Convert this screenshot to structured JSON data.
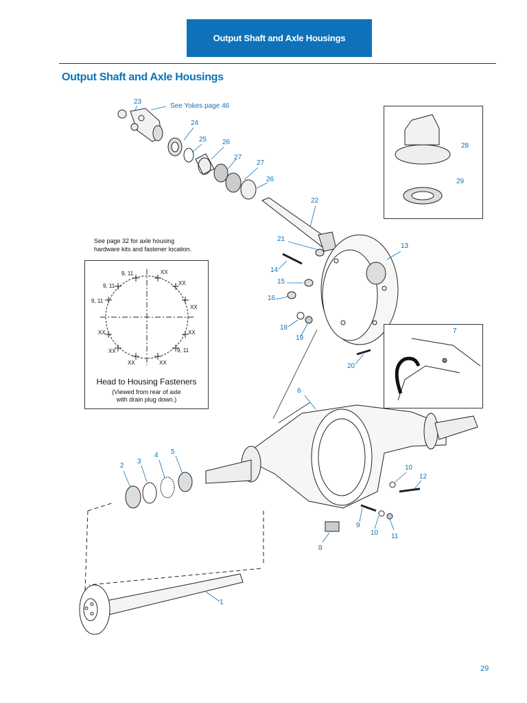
{
  "header": {
    "title": "Output Shaft and Axle Housings"
  },
  "section": {
    "title": "Output Shaft and Axle Housings"
  },
  "page": {
    "number": "29"
  },
  "notes": {
    "yokes_ref": "See Yokes page 46",
    "axle_housing_line1": "See page 32 for axle housing",
    "axle_housing_line2": "hardware kits and fastener location."
  },
  "fastener_diagram": {
    "title": "Head to Housing Fasteners",
    "subtitle_line1": "(Viewed from rear of axle",
    "subtitle_line2": "with drain plug down.)",
    "labels": {
      "tl1": "9, 11",
      "tl2": "9, 11",
      "tl3": "9, 11",
      "br": "9, 11",
      "xx1": "XX",
      "xx2": "XX",
      "xx3": "XX",
      "xx4": "XX",
      "xx5": "XX",
      "xx6": "XX",
      "xx7": "XX",
      "xx8": "XX"
    }
  },
  "callouts": {
    "c23": "23",
    "c24": "24",
    "c25": "25",
    "c26a": "26",
    "c27a": "27",
    "c27b": "27",
    "c26b": "26",
    "c22": "22",
    "c21": "21",
    "c13": "13",
    "c14": "14",
    "c15": "15",
    "c16": "16",
    "c18": "18",
    "c19": "19",
    "c20": "20",
    "c28": "28",
    "c29": "29",
    "c7": "7",
    "c6": "6",
    "c2": "2",
    "c3": "3",
    "c4": "4",
    "c5": "5",
    "c10a": "10",
    "c12": "12",
    "c9": "9",
    "c10b": "10",
    "c11": "11",
    "c8": "8",
    "c1": "1"
  }
}
